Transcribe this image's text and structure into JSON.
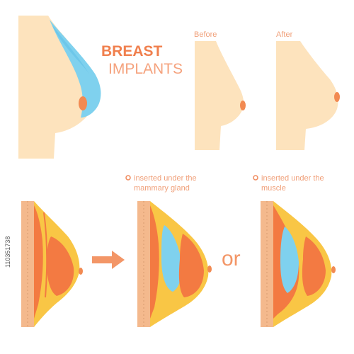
{
  "title": {
    "line1": "BREAST",
    "line2": "IMPLANTS"
  },
  "labels": {
    "before": "Before",
    "after": "After"
  },
  "notes": {
    "mammary_line1": "inserted under the",
    "mammary_line2": "mammary gland",
    "muscle_line1": "inserted under the",
    "muscle_line2": "muscle"
  },
  "separator": "or",
  "stock_id": "110351738",
  "colors": {
    "skin": "#fde3bd",
    "nipple": "#f28a52",
    "implant": "#7fd1ee",
    "implant_dark": "#5bbde6",
    "gland_fat": "#f9c645",
    "muscle": "#f37a42",
    "muscle_light": "#f79860",
    "rib": "#f4b98d",
    "accent": "#f07f4d"
  },
  "icons": {
    "arrow": "right-arrow-icon"
  }
}
